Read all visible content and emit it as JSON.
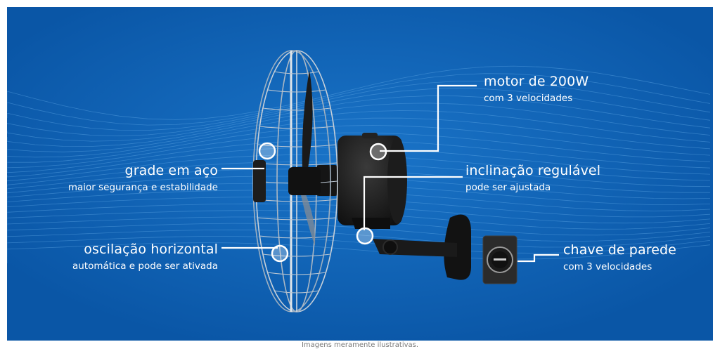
{
  "callouts": {
    "motor": {
      "title": "motor de 200W",
      "subtitle": "com 3 velocidades"
    },
    "grade": {
      "title": "grade em aço",
      "subtitle": "maior segurança e estabilidade"
    },
    "inclinacao": {
      "title": "inclinação regulável",
      "subtitle": "pode ser ajustada"
    },
    "oscilacao": {
      "title": "oscilação horizontal",
      "subtitle": "automática e pode ser ativada"
    },
    "chave": {
      "title": "chave de parede",
      "subtitle": "com 3 velocidades"
    }
  },
  "caption": "Imagens meramente ilustrativas.",
  "colors": {
    "background": "#0b5fb3",
    "callout_line": "#ffffff",
    "fan_body": "#151515"
  },
  "icons": [
    "wall-fan-product-image",
    "wall-switch-image",
    "callout-marker-icon"
  ]
}
